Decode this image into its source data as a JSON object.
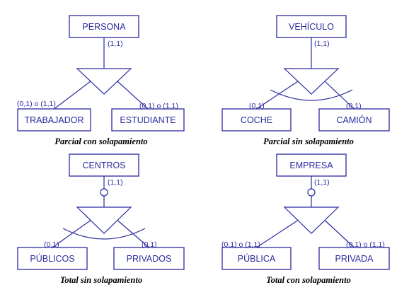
{
  "quadrants": [
    {
      "parent": "PERSONA",
      "parent_card": "(1,1)",
      "children": [
        "TRABAJADOR",
        "ESTUDIANTE"
      ],
      "child_cards": [
        "(0,1) o (1,1)",
        "(0,1) o (1,1)"
      ],
      "caption": "Parcial con solapamiento",
      "total": false,
      "disjoint": false
    },
    {
      "parent": "VEHÍCULO",
      "parent_card": "(1,1)",
      "children": [
        "COCHE",
        "CAMIÓN"
      ],
      "child_cards": [
        "(0,1)",
        "(0,1)"
      ],
      "caption": "Parcial sin solapamiento",
      "total": false,
      "disjoint": true
    },
    {
      "parent": "CENTROS",
      "parent_card": "(1,1)",
      "children": [
        "PÚBLICOS",
        "PRIVADOS"
      ],
      "child_cards": [
        "(0,1)",
        "(0,1)"
      ],
      "caption": "Total sin solapamiento",
      "total": true,
      "disjoint": true
    },
    {
      "parent": "EMPRESA",
      "parent_card": "(1,1)",
      "children": [
        "PÚBLICA",
        "PRIVADA"
      ],
      "child_cards": [
        "(0,1) o (1,1)",
        "(0,1) o (1,1)"
      ],
      "caption": "Total con solapamiento",
      "total": true,
      "disjoint": false
    }
  ]
}
